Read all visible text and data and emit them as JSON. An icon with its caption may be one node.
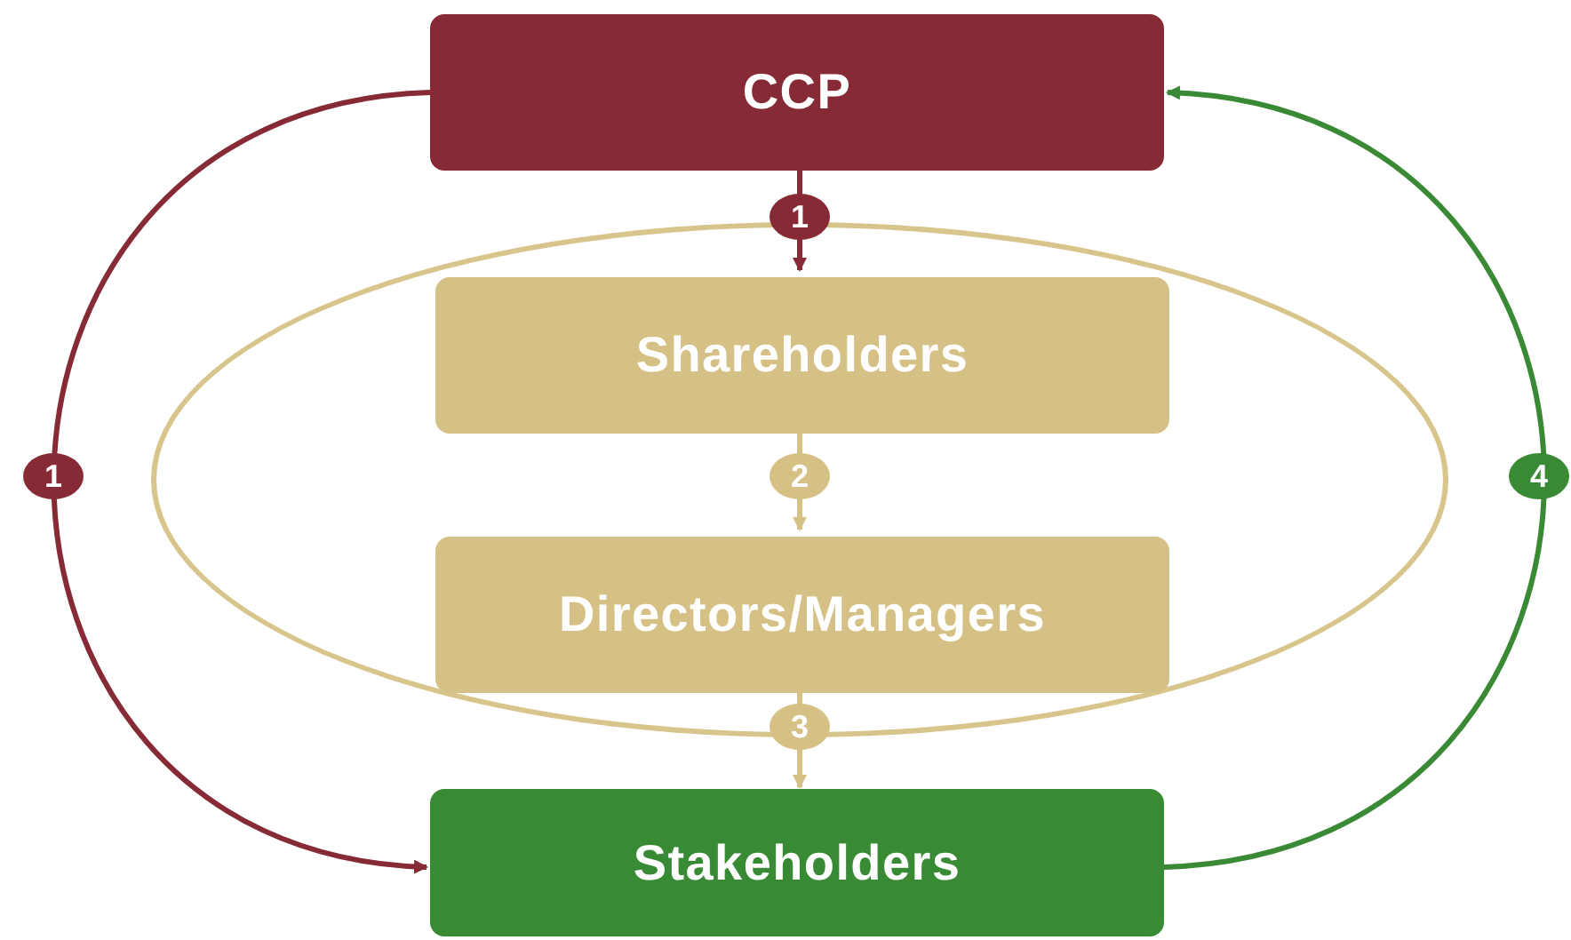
{
  "diagram": {
    "nodes": [
      {
        "text": [
          "CCP"
        ]
      },
      {
        "text": [],
        "shape": "ellipse"
      },
      {
        "text": [
          "Shareholders"
        ],
        "in": 1
      },
      {
        "text": [
          "Directors/Managers"
        ],
        "in": 1
      },
      {
        "text": [
          "Stakeholders"
        ]
      }
    ],
    "edges": [
      {
        "from": 0,
        "to": 2,
        "arrow": "to",
        "label": "1",
        "color": "#862b35"
      },
      {
        "from": 2,
        "to": 3,
        "arrow": "to",
        "label": "2",
        "color": "#d5c185"
      },
      {
        "from": 3,
        "to": 4,
        "arrow": "to",
        "label": "3",
        "color": "#d5c185"
      },
      {
        "from": 0,
        "to": 4,
        "arrow": "to",
        "label": "1",
        "color": "#862b35"
      },
      {
        "from": 4,
        "to": 0,
        "arrow": "to",
        "label": "4",
        "color": "#3a8a35"
      }
    ]
  }
}
